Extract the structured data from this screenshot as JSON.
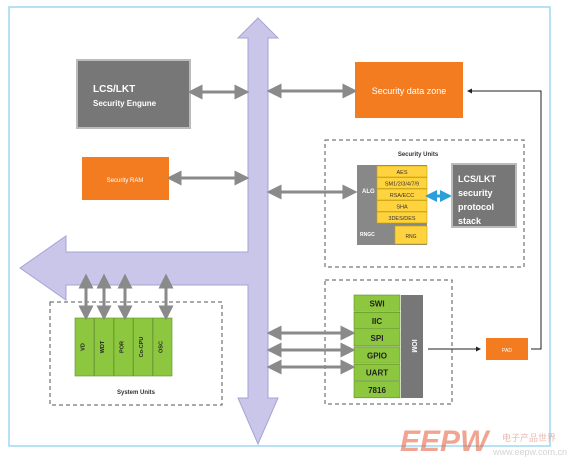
{
  "diagram": {
    "colors": {
      "bus": "#c9c6ea",
      "bus_stroke": "#a7a3d6",
      "orange": "#f47c20",
      "gray": "#777777",
      "green": "#8dc63f",
      "yellow": "#ffd23f",
      "connector": "#8a8a8a",
      "blue_link": "#2aa0d6",
      "frame": "#9fd8ef"
    },
    "engine": {
      "line1": "LCS/LKT",
      "line2": "Security Engune"
    },
    "security_data_zone": "Security data zone",
    "security_ram": "Security RAM",
    "security_units": {
      "title": "Security Units",
      "alg_label": "ALG",
      "algorithms": [
        "AES",
        "SM1/2/3/4/7/9",
        "RSA/ECC",
        "SHA",
        "3DES/DES"
      ],
      "rngc_label": "RNGC",
      "rng": "RNG",
      "protocol_stack": [
        "LCS/LKT",
        "security",
        "protocol",
        "stack"
      ]
    },
    "system_units": {
      "title": "System Units",
      "items": [
        "VD",
        "WDT",
        "POR",
        "Co-CPU",
        "OSC"
      ]
    },
    "io": {
      "items": [
        "SWI",
        "IIC",
        "SPI",
        "GPIO",
        "UART",
        "7816"
      ],
      "iom": "IOM",
      "pad": "PAD"
    },
    "watermark": {
      "logo": "EEPW",
      "tagline": "电子产品世界",
      "site": "www.eepw.com.cn"
    }
  }
}
